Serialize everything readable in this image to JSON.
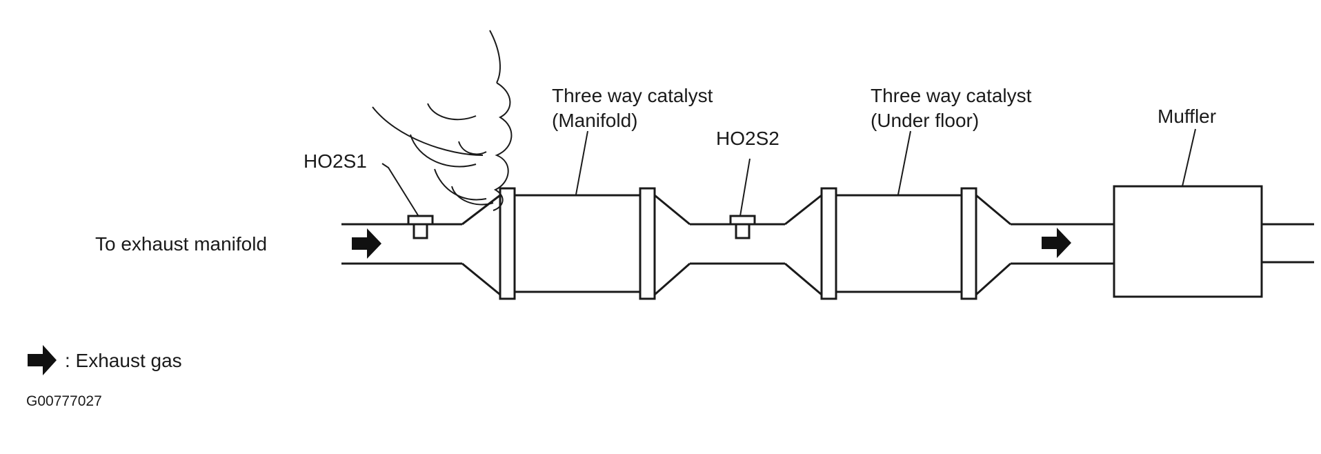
{
  "labels": {
    "intake": "To exhaust manifold",
    "sensor1": "HO2S1",
    "sensor2": "HO2S2",
    "catalyst_manifold_line1": "Three way catalyst",
    "catalyst_manifold_line2": "(Manifold)",
    "catalyst_underfloor_line1": "Three way catalyst",
    "catalyst_underfloor_line2": "(Under floor)",
    "muffler": "Muffler"
  },
  "legend": {
    "symbol_icon": "flow-arrow-icon",
    "text": ": Exhaust gas"
  },
  "figure_code": "G00777027",
  "colors": {
    "line": "#1a1a1a",
    "arrow": "#111111",
    "background": "#ffffff"
  }
}
